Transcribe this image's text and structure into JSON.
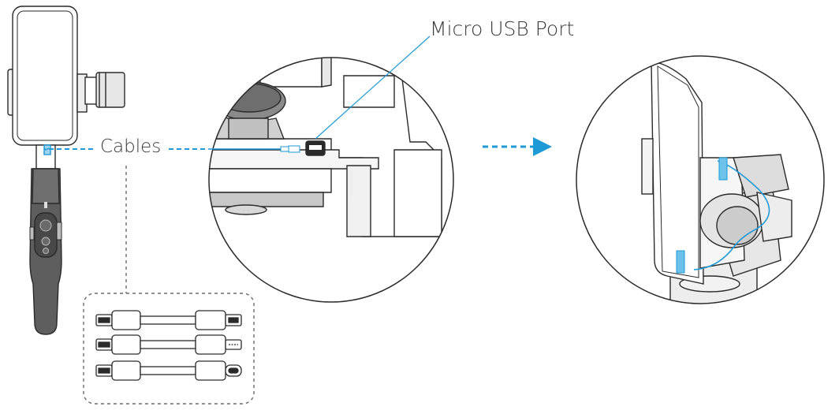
{
  "labels": {
    "micro_usb_port": "Micro USB Port",
    "cables": "Cables"
  },
  "colors": {
    "line": "#2a2a2a",
    "accent": "#1e9ad6",
    "accent_light": "#6cc2ea",
    "fill_dark": "#5a5a5a",
    "fill_mid": "#d8d8d8",
    "fill_light": "#f4f4f4",
    "dash": "#6a6a6a"
  },
  "icons": [
    "gimbal-stabilizer",
    "micro-usb-plug",
    "usb-c-plug",
    "lightning-plug",
    "arrow-right"
  ]
}
